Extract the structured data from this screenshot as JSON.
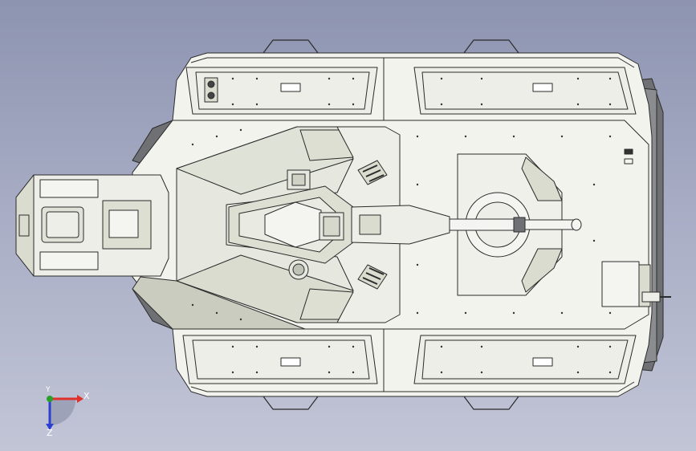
{
  "viewport": {
    "background_top": "#8d94b0",
    "background_bottom": "#c2c5d6"
  },
  "model": {
    "hull_fill": "#f3f3ee",
    "panel_fill": "#eceee7",
    "shade_fill": "#d9dccf",
    "dark_fill": "#6e7073",
    "line_color": "#2b2b2b"
  },
  "triad": {
    "x_label": "X",
    "y_label": "Y",
    "z_label": "Z",
    "x_color": "#e0312b",
    "y_color": "#2aa02a",
    "z_color": "#2b3fd1"
  }
}
